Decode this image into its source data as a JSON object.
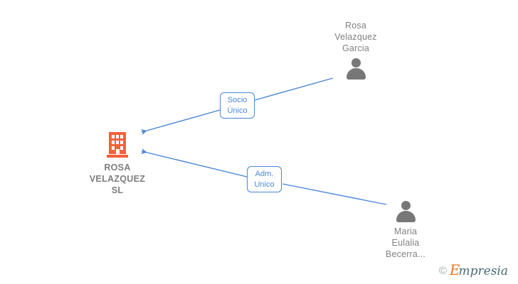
{
  "diagram": {
    "type": "corporate-relationship-graph",
    "background_color": "#ffffff",
    "edge_color": "#4a86d8",
    "company_color": "#f4613a",
    "person_color": "#777777",
    "label_color": "#808080"
  },
  "company": {
    "name": "ROSA\nVELAZQUEZ\nSL",
    "icon": "building-icon"
  },
  "persons": [
    {
      "id": "rosa",
      "name": "Rosa\nVelazquez\nGarcia",
      "icon": "person-icon"
    },
    {
      "id": "maria",
      "name": "Maria\nEulalia\nBecerra...",
      "icon": "person-icon"
    }
  ],
  "relations": [
    {
      "id": "socio-unico",
      "label": "Socio\nÚnico",
      "from": "rosa",
      "to": "company"
    },
    {
      "id": "adm-unico",
      "label": "Adm.\nUnico",
      "from": "maria",
      "to": "company"
    }
  ],
  "watermark": {
    "copyright": "©",
    "brand_initial": "E",
    "brand_rest": "mpresia"
  }
}
